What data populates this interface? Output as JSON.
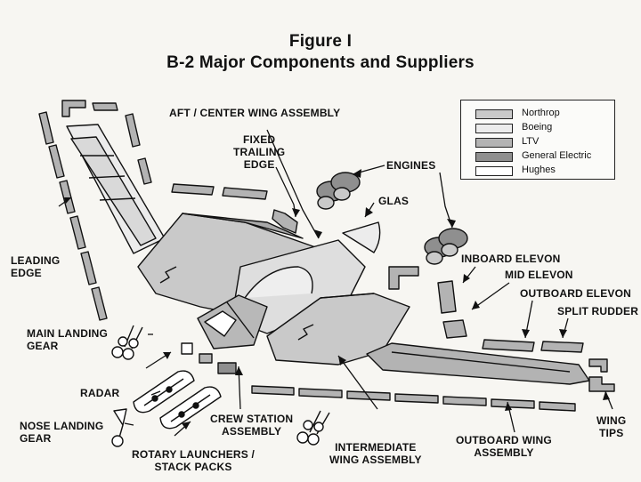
{
  "figure": {
    "title": "Figure I",
    "subtitle": "B-2 Major Components and Suppliers"
  },
  "legend": {
    "items": [
      {
        "label": "Northrop",
        "color": "#c9c9c9"
      },
      {
        "label": "Boeing",
        "color": "#ececec"
      },
      {
        "label": "LTV",
        "color": "#b3b3b3"
      },
      {
        "label": "General Electric",
        "color": "#8f8f8f"
      },
      {
        "label": "Hughes",
        "color": "#ffffff"
      }
    ]
  },
  "labels": {
    "aft_center": "AFT / CENTER WING ASSEMBLY",
    "fixed_trailing": "FIXED\nTRAILING\nEDGE",
    "engines": "ENGINES",
    "glas": "GLAS",
    "leading_edge": "LEADING\nEDGE",
    "inboard_elevon": "INBOARD ELEVON",
    "mid_elevon": "MID ELEVON",
    "outboard_elevon": "OUTBOARD ELEVON",
    "split_rudder": "SPLIT RUDDER",
    "main_landing_gear": "MAIN LANDING\nGEAR",
    "radar": "RADAR",
    "nose_landing_gear": "NOSE LANDING\nGEAR",
    "crew_station": "CREW STATION\nASSEMBLY",
    "rotary_launchers": "ROTARY LAUNCHERS /\nSTACK PACKS",
    "intermediate_wing": "INTERMEDIATE\nWING ASSEMBLY",
    "outboard_wing": "OUTBOARD WING\nASSEMBLY",
    "wing_tips": "WING\nTIPS"
  }
}
